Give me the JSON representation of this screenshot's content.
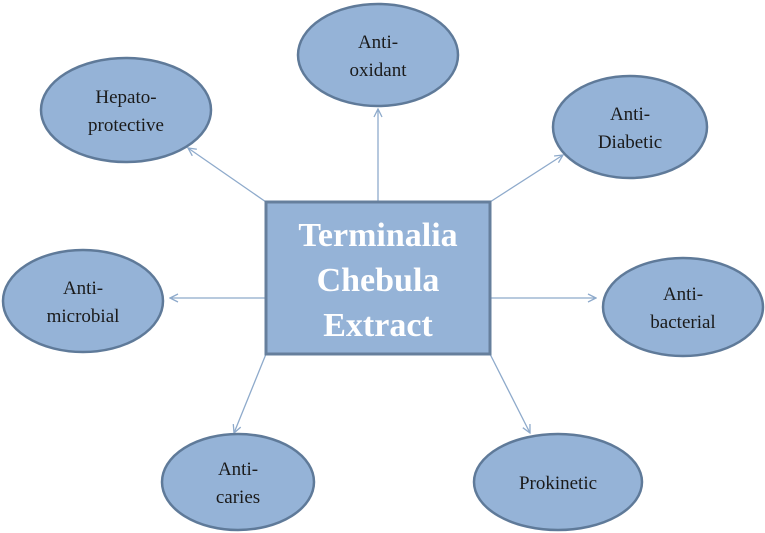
{
  "center": {
    "lines": [
      "Terminalia",
      "Chebula",
      "Extract"
    ]
  },
  "nodes": [
    {
      "id": "anti-oxidant",
      "lines": [
        "Anti-",
        "oxidant"
      ]
    },
    {
      "id": "hepato-protective",
      "lines": [
        "Hepato-",
        "protective"
      ]
    },
    {
      "id": "anti-diabetic",
      "lines": [
        "Anti-",
        "Diabetic"
      ]
    },
    {
      "id": "anti-microbial",
      "lines": [
        "Anti-",
        "microbial"
      ]
    },
    {
      "id": "anti-bacterial",
      "lines": [
        "Anti-",
        "bacterial"
      ]
    },
    {
      "id": "anti-caries",
      "lines": [
        "Anti-",
        "caries"
      ]
    },
    {
      "id": "prokinetic",
      "lines": [
        "Prokinetic"
      ]
    }
  ],
  "colors": {
    "fill": "#95b3d7",
    "border": "#5f7a99",
    "arrow": "#8eaacb"
  }
}
